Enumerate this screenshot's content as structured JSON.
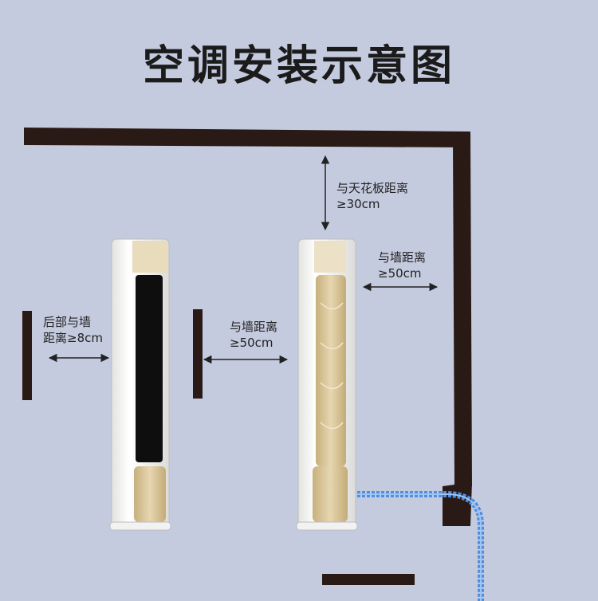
{
  "title": "空调安装示意图",
  "labels": {
    "back_wall_line1": "后部与墙",
    "back_wall_line2": "距离≥8cm",
    "side_wall_line1": "与墙距离",
    "side_wall_line2": "≥50cm",
    "ceiling_line1": "与天花板距离",
    "ceiling_line2": "≥30cm",
    "right_wall_line1": "与墙距离",
    "right_wall_line2": "≥50cm"
  },
  "colors": {
    "background": "#c5cbdf",
    "wall": "#2a1a16",
    "pipe": "#4f8ee0",
    "unit_gold": "#d8c49a",
    "unit_white": "#f6f6f4"
  }
}
